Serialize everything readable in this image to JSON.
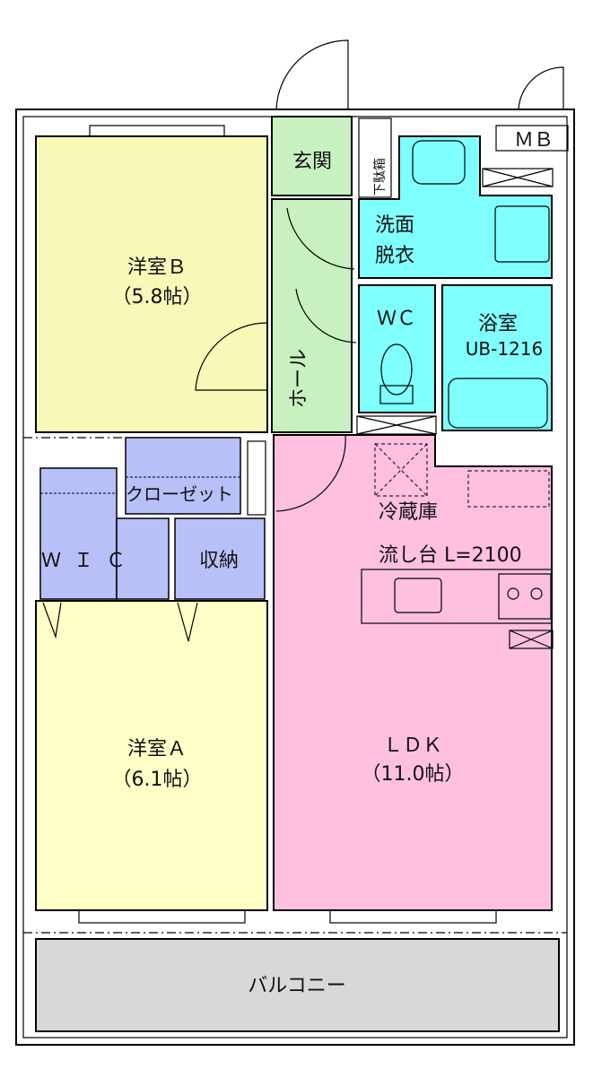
{
  "rooms": {
    "western_b": {
      "name": "洋室Ｂ",
      "size": "（5.8帖）"
    },
    "western_a": {
      "name": "洋室Ａ",
      "size": "（6.1帖）"
    },
    "ldk": {
      "name": "ＬＤＫ",
      "size": "（11.0帖）"
    },
    "entrance": "玄関",
    "shoe_cabinet": "下駄箱",
    "hall": "ホール",
    "washroom": [
      "洗面",
      "脱衣"
    ],
    "wc": "ＷＣ",
    "bathroom": {
      "name": "浴室",
      "model": "UB-1216"
    },
    "mb": "ＭＢ",
    "closet": "クローゼット",
    "wic": "ＷＩＣ",
    "storage": "収納",
    "fridge": "冷蔵庫",
    "sink": "流し台 L=2100",
    "balcony": "バルコニー"
  },
  "colors": {
    "western": "#ffffc0",
    "entrance_hall": "#c8f0c0",
    "water": "#80ffff",
    "ldk": "#ffc0e0",
    "storage": "#b8c0f8",
    "balcony": "#d8d8d8"
  }
}
